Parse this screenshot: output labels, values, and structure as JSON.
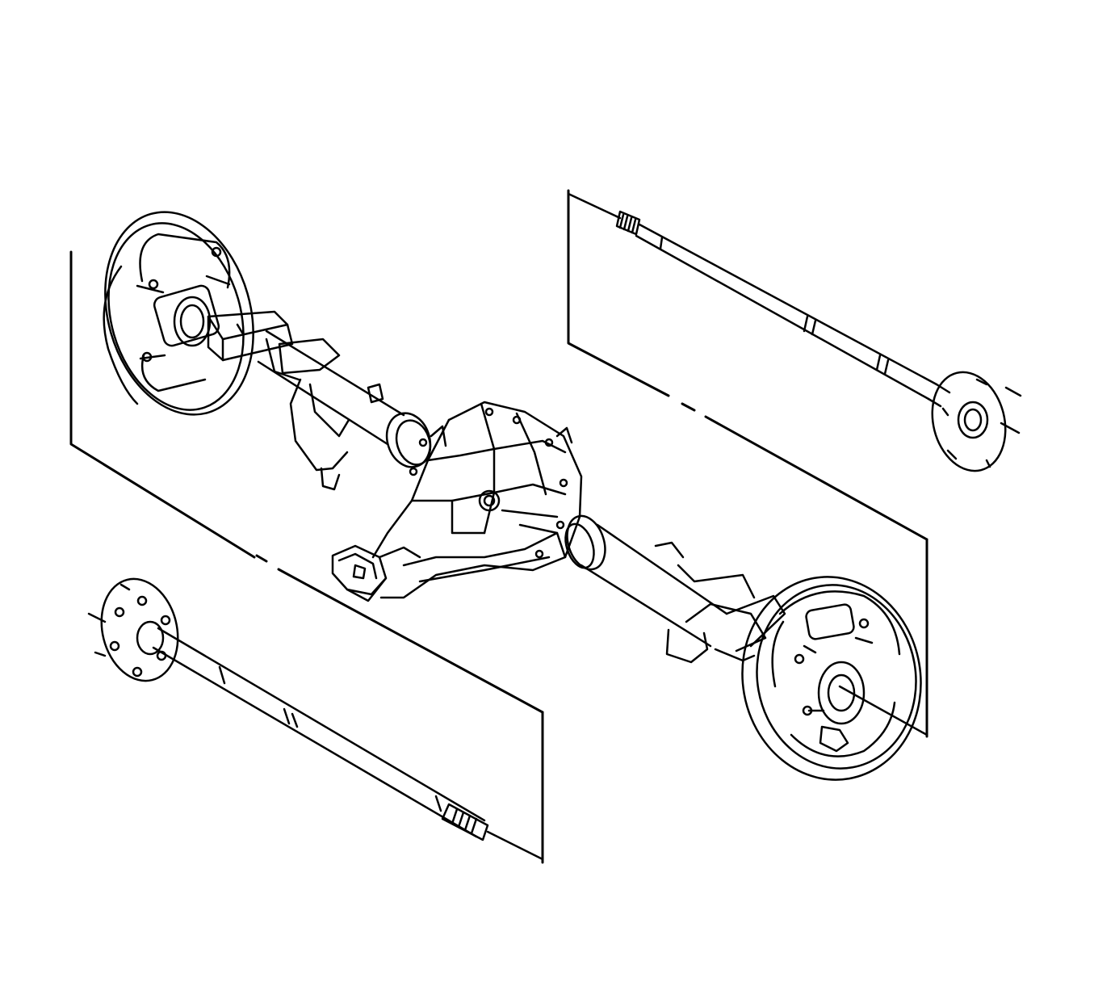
{
  "diagram": {
    "kind": "exploded line drawing",
    "colors": {
      "line": "#000000",
      "background": "#ffffff"
    },
    "components": [
      "left-axle-shaft",
      "right-axle-shaft",
      "axle-housing",
      "differential-carrier",
      "left-brake-backing-plate",
      "right-brake-backing-plate"
    ]
  }
}
